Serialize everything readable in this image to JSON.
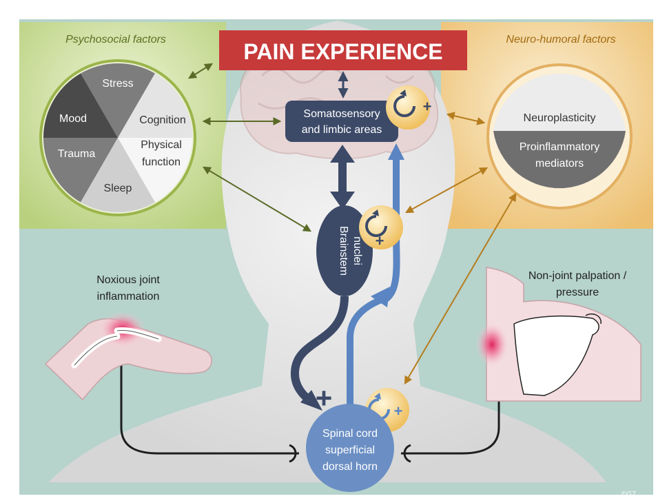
{
  "title": "PAIN EXPERIENCE",
  "panels": {
    "psychosocial_title": "Psychosocial factors",
    "neurohumoral_title": "Neuro-humoral factors"
  },
  "psychosocial_factors": [
    "Stress",
    "Mood",
    "Cognition",
    "Trauma",
    "Physical function",
    "Sleep"
  ],
  "neurohumoral_factors": {
    "top": "Neuroplasticity",
    "bottom": "Proinflammatory mediators"
  },
  "nodes": {
    "somatosensory": "Somatosensory and limbic areas",
    "brainstem": "Brainstem nuclei",
    "spinal_cord": "Spinal cord superficial dorsal horn"
  },
  "labels": {
    "noxious": "Noxious joint inflammation",
    "nonjoint": "Non-joint palpation / pressure",
    "plus": "+",
    "signature": "©"
  },
  "colors": {
    "background": "#b6d3cc",
    "title_red": "#c73a3a",
    "green_panel": "#bfd68a",
    "orange_panel": "#efc47c",
    "navy": "#3c4a68",
    "blue": "#6b8fc4",
    "olive_arrow": "#5a6b28",
    "gold_arrow": "#b57d1e",
    "ascending_blue": "#5a85c2"
  },
  "icons": [
    "feedback-loop-icon",
    "synapse-icon"
  ]
}
